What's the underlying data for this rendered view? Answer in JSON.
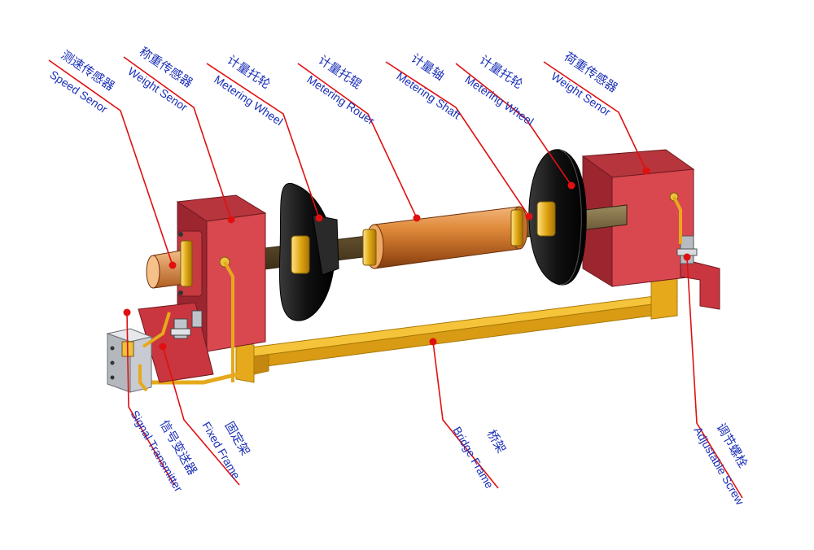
{
  "labels": {
    "speed_sensor": {
      "cn": "测速传感器",
      "en": "Speed Senor"
    },
    "weight_sensor_left": {
      "cn": "称重传感器",
      "en": "Weight Senor"
    },
    "metering_wheel_left": {
      "cn": "计量托轮",
      "en": "Metering Wheel"
    },
    "metering_roller": {
      "cn": "计量托辊",
      "en": "Metering Rouer"
    },
    "metering_shaft": {
      "cn": "计量轴",
      "en": "Metering Shaft"
    },
    "metering_wheel_right": {
      "cn": "计量托轮",
      "en": "Metering Wheel"
    },
    "weight_sensor_right": {
      "cn": "荷重传感器",
      "en": "Weight Senor"
    },
    "signal_transmitter": {
      "cn": "信号变送器",
      "en": "Signal Transmitter"
    },
    "fixed_frame": {
      "cn": "固定架",
      "en": "Fixed Frame"
    },
    "bridge_frame": {
      "cn": "桥架",
      "en": "Bridge Frame"
    },
    "adjustable_screw": {
      "cn": "调节螺栓",
      "en": "Adjustable Screw"
    }
  },
  "colors": {
    "label_text": "#1a2fb8",
    "leader_line": "#e01010",
    "frame_red": "#d9484f",
    "frame_red_dark": "#9c2630",
    "bridge_yellow": "#f2b51c",
    "roller_copper": "#d9802e",
    "wheel_black": "#141414",
    "shaft": "#6b5a3a"
  }
}
